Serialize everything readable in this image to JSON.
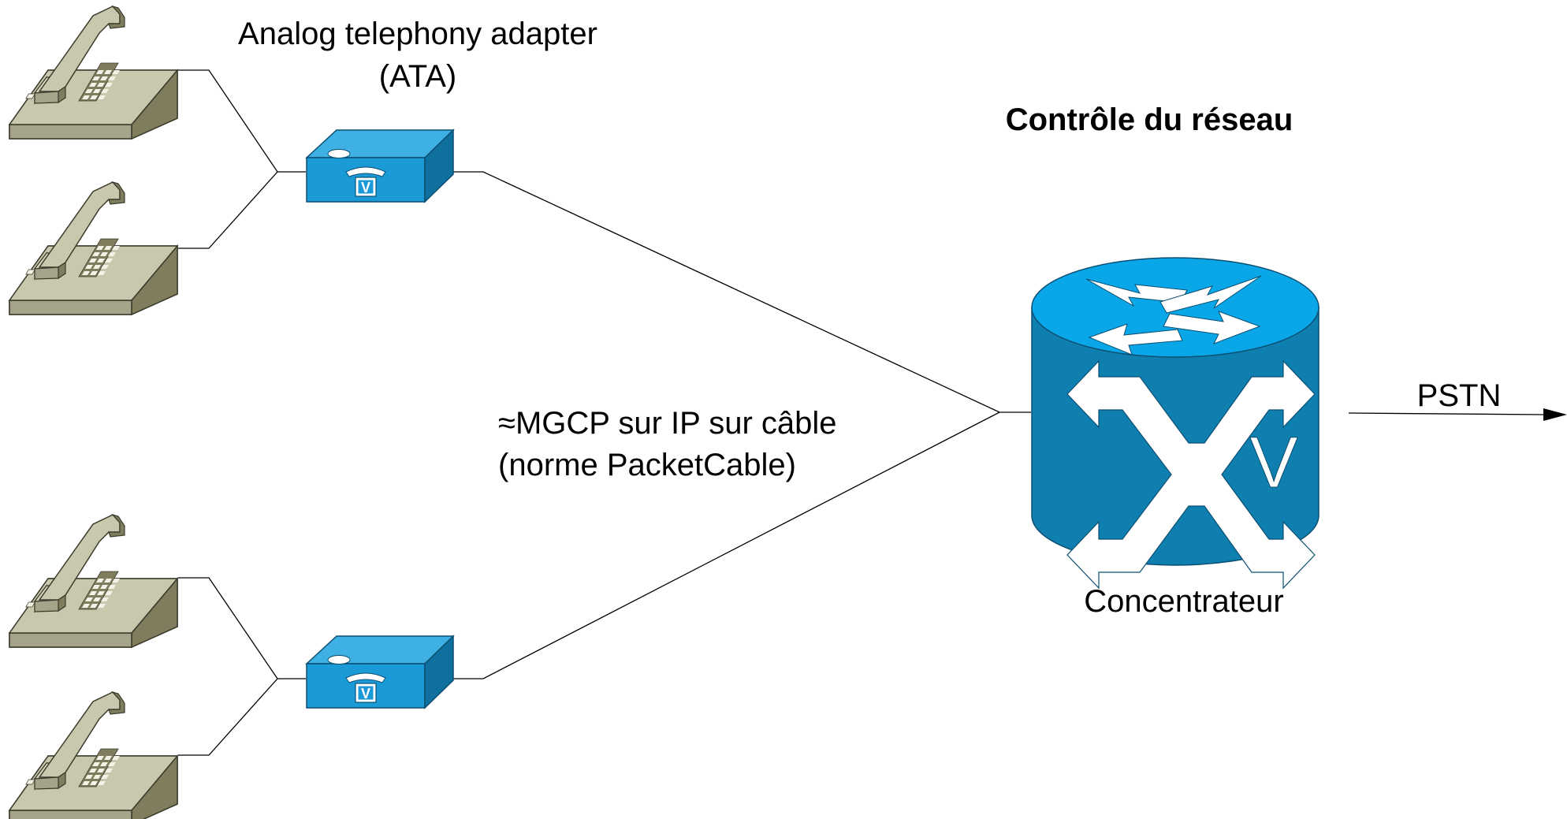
{
  "labels": {
    "ata_line1": "Analog telephony adapter",
    "ata_line2": "(ATA)",
    "network_control": "Contrôle du réseau",
    "protocol_line1": "≈MGCP sur IP sur câble",
    "protocol_line2": "(norme PacketCable)",
    "concentrator": "Concentrateur",
    "pstn": "PSTN"
  },
  "icons": {
    "telephone": "telephone-icon",
    "ata": "ata-device-icon",
    "concentrator": "voice-switch-icon",
    "ata_badge_letter": "V",
    "switch_badge_letter": "V"
  },
  "colors": {
    "phone_body": "#c9c7ae",
    "phone_side": "#7f7d5d",
    "device_top": "#3fb0e3",
    "device_front": "#1a9ad6",
    "device_side": "#0f6f9e",
    "switch_top": "#0aa7e8",
    "switch_body": "#0f7fb0",
    "line": "#000000"
  }
}
